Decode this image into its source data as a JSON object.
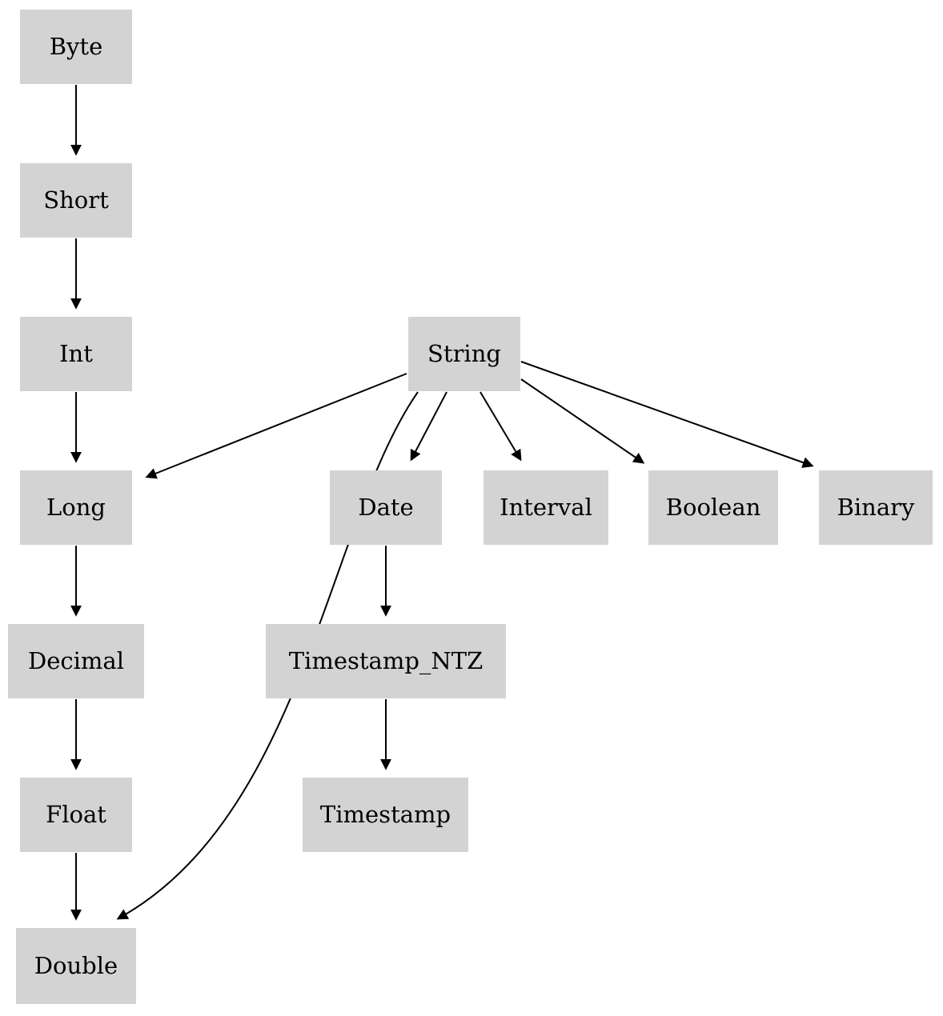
{
  "diagram": {
    "type": "type-hierarchy-graph",
    "nodes": {
      "byte": "Byte",
      "short": "Short",
      "int": "Int",
      "string": "String",
      "long": "Long",
      "date": "Date",
      "interval": "Interval",
      "boolean": "Boolean",
      "binary": "Binary",
      "decimal": "Decimal",
      "timestamp_ntz": "Timestamp_NTZ",
      "float": "Float",
      "timestamp": "Timestamp",
      "double": "Double"
    },
    "edges": [
      {
        "from": "Byte",
        "to": "Short"
      },
      {
        "from": "Short",
        "to": "Int"
      },
      {
        "from": "Int",
        "to": "Long"
      },
      {
        "from": "Long",
        "to": "Decimal"
      },
      {
        "from": "Decimal",
        "to": "Float"
      },
      {
        "from": "Float",
        "to": "Double"
      },
      {
        "from": "String",
        "to": "Long"
      },
      {
        "from": "String",
        "to": "Double"
      },
      {
        "from": "String",
        "to": "Date"
      },
      {
        "from": "String",
        "to": "Interval"
      },
      {
        "from": "String",
        "to": "Boolean"
      },
      {
        "from": "String",
        "to": "Binary"
      },
      {
        "from": "Date",
        "to": "Timestamp_NTZ"
      },
      {
        "from": "Timestamp_NTZ",
        "to": "Timestamp"
      }
    ],
    "colors": {
      "node_fill": "#d3d3d3",
      "edge": "#000000",
      "text": "#000000",
      "background": "#ffffff"
    }
  }
}
